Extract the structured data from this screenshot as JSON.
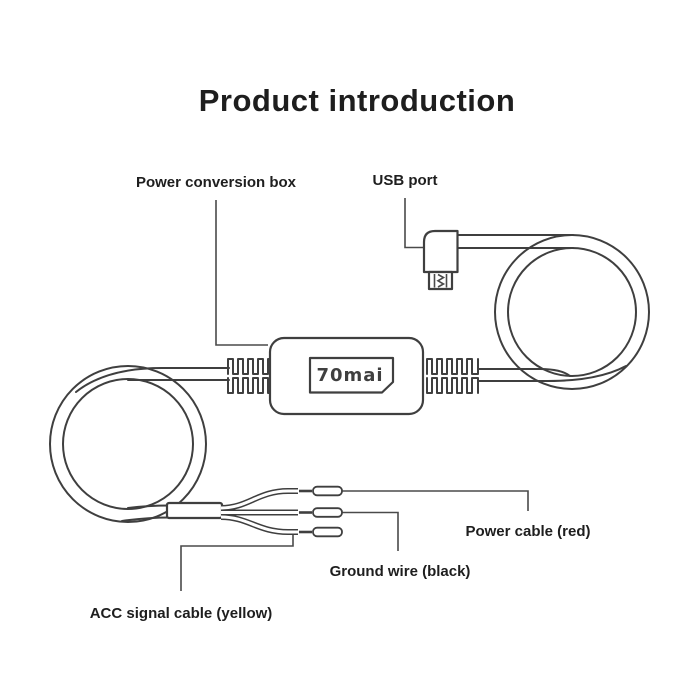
{
  "title": "Product introduction",
  "logo": "70mai",
  "labels": {
    "power_conversion_box": "Power conversion box",
    "usb_port": "USB port",
    "power_cable": "Power cable (red)",
    "ground_wire": "Ground wire (black)",
    "acc_signal_cable": "ACC signal cable (yellow)"
  },
  "colors": {
    "line": "#3f3f3f",
    "leader": "#4a4a4a",
    "text": "#1e1e1e",
    "background": "#ffffff"
  }
}
